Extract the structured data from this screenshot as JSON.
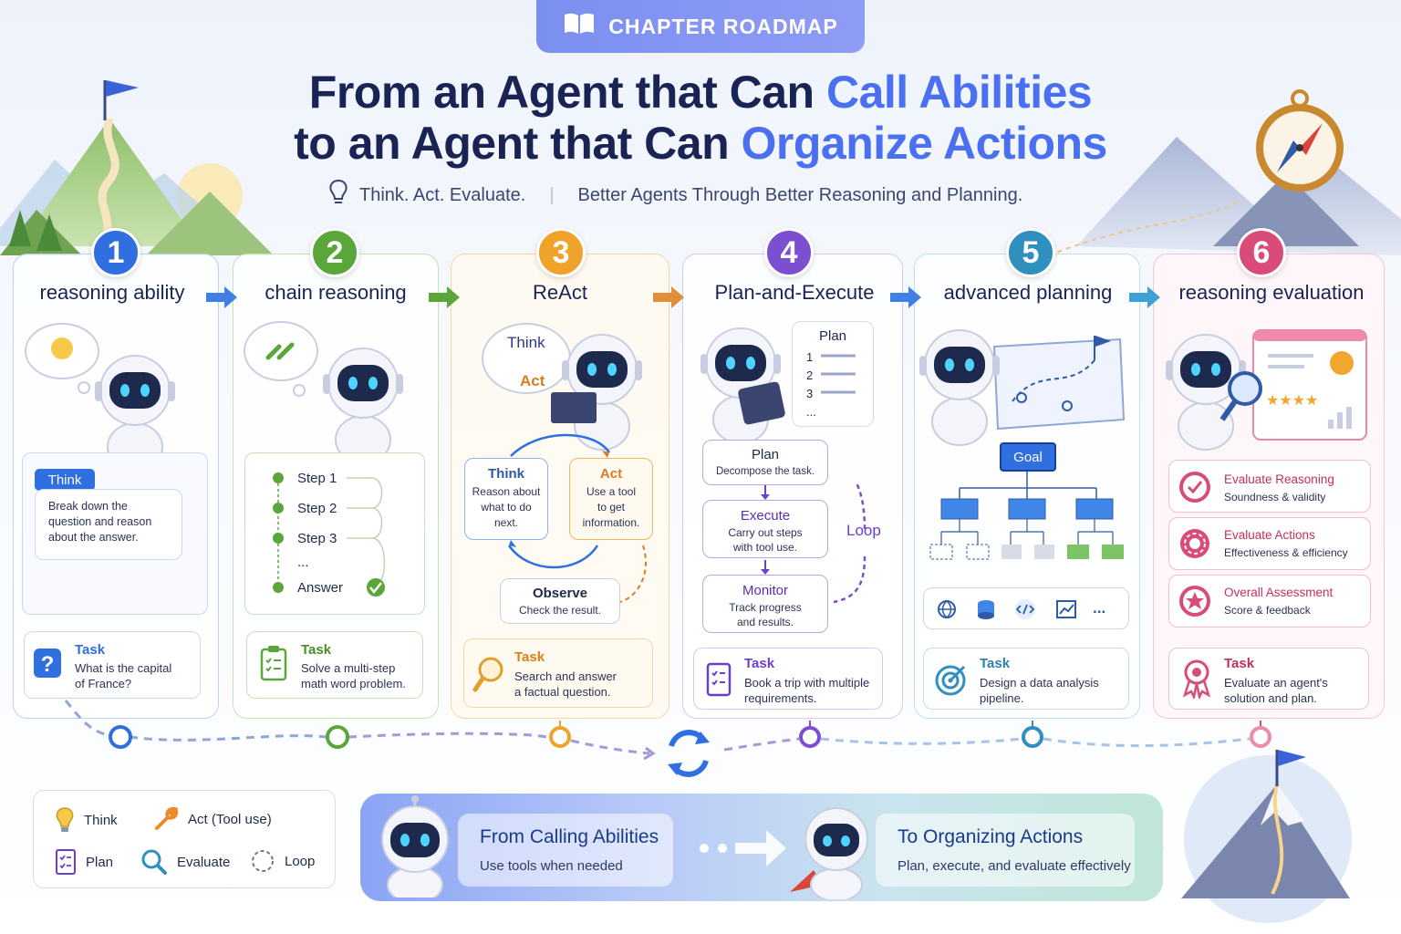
{
  "header": {
    "chapter_label": "CHAPTER ROADMAP",
    "title_line1_a": "From an Agent that Can ",
    "title_line1_b": "Call Abilities",
    "title_line2_a": "to an Agent that Can ",
    "title_line2_b": "Organize Actions",
    "subtitle_left": "Think.  Act.  Evaluate.",
    "subtitle_right": "Better Agents Through Better Reasoning and Planning."
  },
  "colors": {
    "blue": "#2f6fe0",
    "green": "#5aa63a",
    "orange": "#efa32a",
    "purple": "#7b4fd0",
    "teal": "#2f8fbf",
    "pink": "#d94c7a",
    "highlight": "#4a6ff0"
  },
  "stages": [
    {
      "number": "1",
      "title": "reasoning ability",
      "think_tag": "Think",
      "think_text": [
        "Break down the",
        "question and reason",
        "about the answer."
      ],
      "task_label": "Task",
      "task_text": [
        "What is the capital",
        "of France?"
      ]
    },
    {
      "number": "2",
      "title": "chain reasoning",
      "steps": [
        "Step 1",
        "Step 2",
        "Step 3",
        "...",
        "Answer"
      ],
      "task_label": "Task",
      "task_text": [
        "Solve a multi-step",
        "math word problem."
      ]
    },
    {
      "number": "3",
      "title": "ReAct",
      "bubble_think": "Think",
      "bubble_act": "Act",
      "think_box_title": "Think",
      "think_box_text": [
        "Reason about",
        "what to do",
        "next."
      ],
      "act_box_title": "Act",
      "act_box_text": [
        "Use a tool",
        "to get",
        "information."
      ],
      "observe_title": "Observe",
      "observe_text": "Check the result.",
      "task_label": "Task",
      "task_text": [
        "Search and answer",
        "a factual question."
      ]
    },
    {
      "number": "4",
      "title": "Plan-and-Execute",
      "plan_card_title": "Plan",
      "plan_card_items": [
        "1",
        "2",
        "3",
        "..."
      ],
      "plan_title": "Plan",
      "plan_text": "Decompose the task.",
      "execute_title": "Execute",
      "execute_text": [
        "Carry out steps",
        "with tool use."
      ],
      "monitor_title": "Monitor",
      "monitor_text": [
        "Track progress",
        "and results."
      ],
      "loop_label": "Loop",
      "task_label": "Task",
      "task_text": [
        "Book a trip with multiple",
        "requirements."
      ]
    },
    {
      "number": "5",
      "title": "advanced planning",
      "goal_label": "Goal",
      "tool_icons": [
        "globe-icon",
        "database-icon",
        "code-icon",
        "chart-icon",
        "more-icon"
      ],
      "more_label": "...",
      "task_label": "Task",
      "task_text": [
        "Design a data analysis",
        "pipeline."
      ]
    },
    {
      "number": "6",
      "title": "reasoning evaluation",
      "evals": [
        {
          "title": "Evaluate Reasoning",
          "text": "Soundness & validity"
        },
        {
          "title": "Evaluate Actions",
          "text": "Effectiveness & efficiency"
        },
        {
          "title": "Overall Assessment",
          "text": "Score & feedback"
        }
      ],
      "task_label": "Task",
      "task_text": [
        "Evaluate an agent's",
        "solution and plan."
      ]
    }
  ],
  "legend": {
    "think": "Think",
    "act": "Act (Tool use)",
    "plan": "Plan",
    "evaluate": "Evaluate",
    "loop": "Loop"
  },
  "banner": {
    "from_title": "From Calling Abilities",
    "from_sub": "Use tools when needed",
    "to_title": "To Organizing Actions",
    "to_sub": "Plan, execute, and evaluate effectively"
  }
}
